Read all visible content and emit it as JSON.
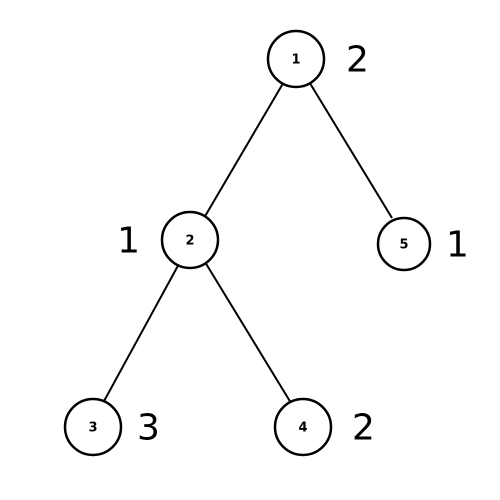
{
  "colors": {
    "background": "#ffffff",
    "stroke": "#000000",
    "text": "#000000"
  },
  "tree": {
    "nodes": [
      {
        "id": "1",
        "value": "2"
      },
      {
        "id": "2",
        "value": "1"
      },
      {
        "id": "5",
        "value": "1"
      },
      {
        "id": "3",
        "value": "3"
      },
      {
        "id": "4",
        "value": "2"
      }
    ],
    "edges": [
      {
        "from": "1",
        "to": "2"
      },
      {
        "from": "1",
        "to": "5"
      },
      {
        "from": "2",
        "to": "3"
      },
      {
        "from": "2",
        "to": "4"
      }
    ]
  }
}
